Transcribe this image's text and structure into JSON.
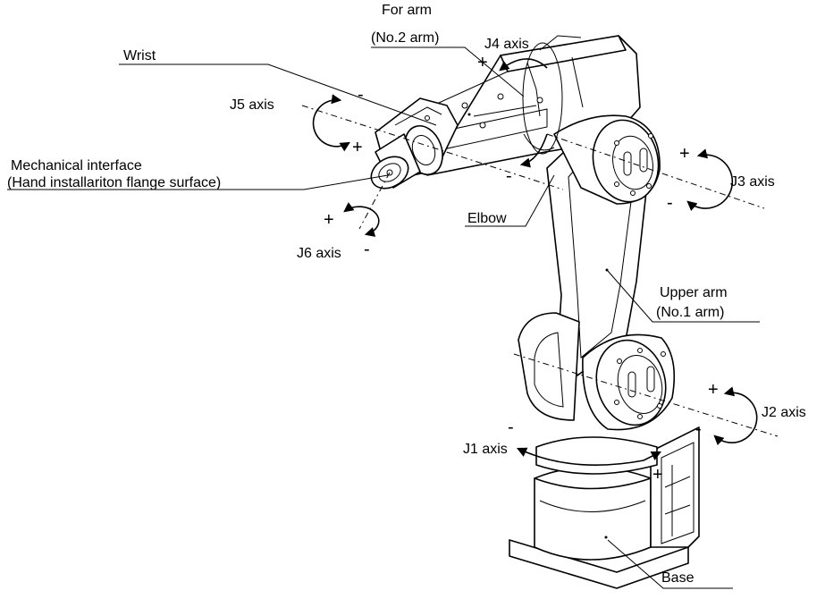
{
  "labels": {
    "for_arm_line1": "For arm",
    "for_arm_line2": "(No.2 arm)",
    "wrist": "Wrist",
    "mech_line1": "Mechanical interface",
    "mech_line2": "(Hand installariton flange surface)",
    "elbow": "Elbow",
    "upper_arm_line1": "Upper arm",
    "upper_arm_line2": "(No.1 arm)",
    "base": "Base"
  },
  "axes": {
    "j1": {
      "label": "J1 axis",
      "plus": "+",
      "minus": "-"
    },
    "j2": {
      "label": "J2 axis",
      "plus": "+",
      "minus": "-"
    },
    "j3": {
      "label": "J3 axis",
      "plus": "+",
      "minus": "-"
    },
    "j4": {
      "label": "J4 axis",
      "plus": "+",
      "minus": "-"
    },
    "j5": {
      "label": "J5 axis",
      "plus": "+",
      "minus": "-"
    },
    "j6": {
      "label": "J6 axis",
      "plus": "+",
      "minus": "-"
    }
  }
}
